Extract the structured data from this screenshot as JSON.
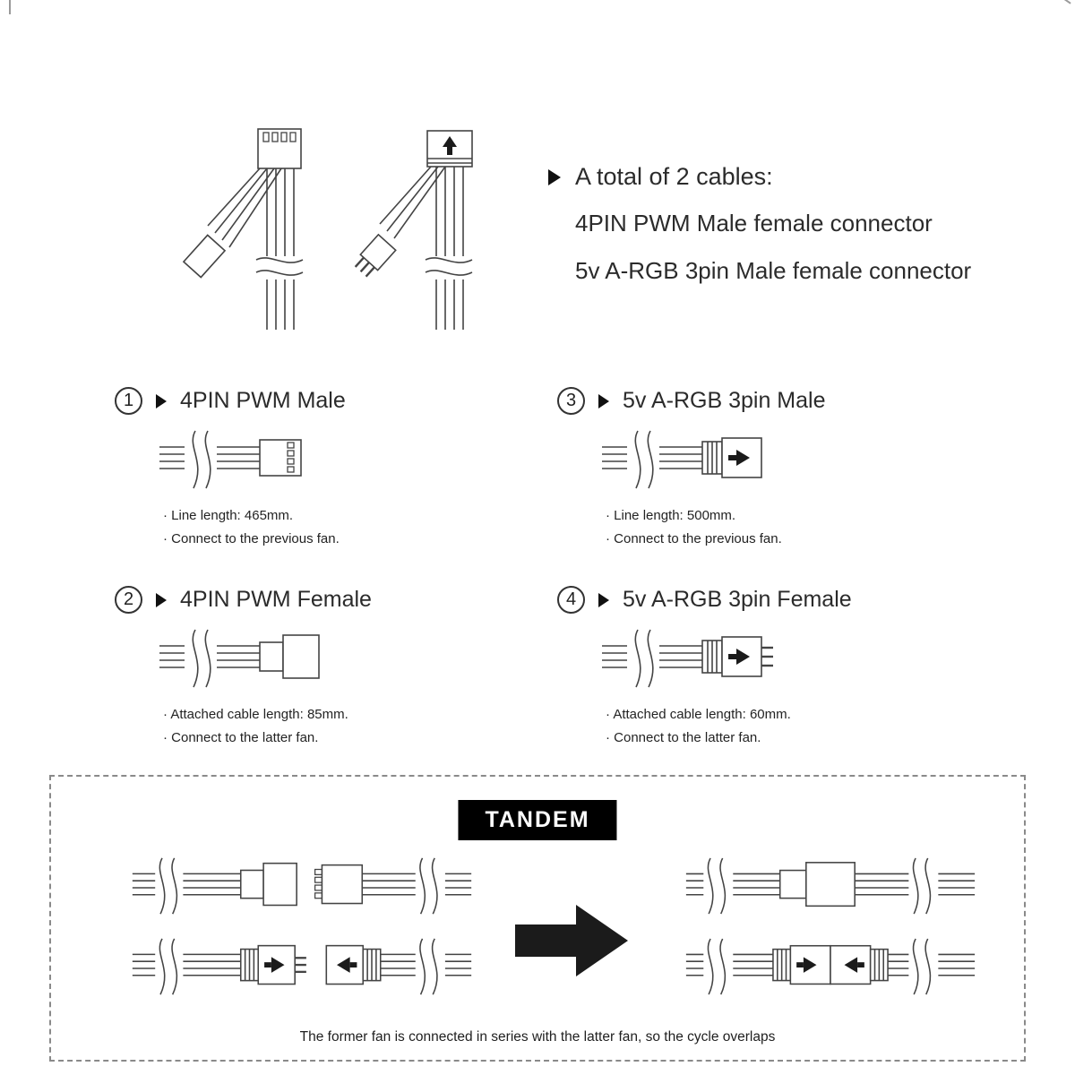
{
  "intro": {
    "title": "A total of 2 cables:",
    "line2": "4PIN PWM Male female connector",
    "line3": "5v A-RGB 3pin Male female connector"
  },
  "items": [
    {
      "number": "1",
      "title": "4PIN PWM Male",
      "bullets": [
        "· Line length: 465mm.",
        "· Connect to the previous fan."
      ]
    },
    {
      "number": "3",
      "title": "5v A-RGB 3pin Male",
      "bullets": [
        "· Line length: 500mm.",
        "· Connect to the previous fan."
      ]
    },
    {
      "number": "2",
      "title": "4PIN PWM Female",
      "bullets": [
        "· Attached cable length: 85mm.",
        "· Connect to the latter fan."
      ]
    },
    {
      "number": "4",
      "title": "5v A-RGB 3pin Female",
      "bullets": [
        "· Attached cable length: 60mm.",
        "· Connect to the latter fan."
      ]
    }
  ],
  "tandem": {
    "label": "TANDEM",
    "caption": "The former fan is connected in series with the latter fan, so the cycle overlaps"
  },
  "colors": {
    "line": "#444444",
    "text": "#2b2b2b",
    "badge_bg": "#000000",
    "badge_text": "#ffffff"
  }
}
